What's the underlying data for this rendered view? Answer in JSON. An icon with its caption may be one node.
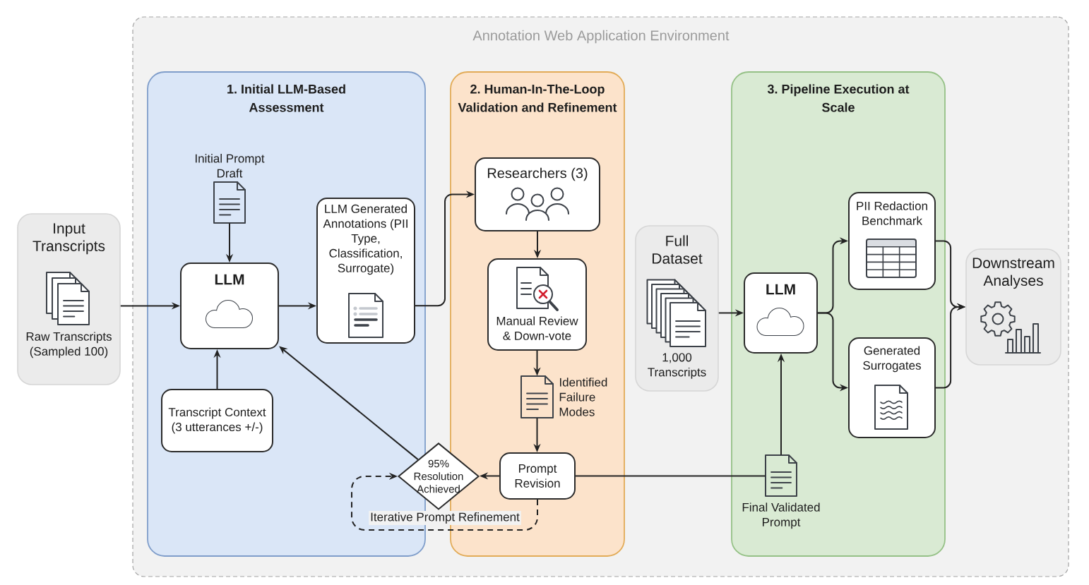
{
  "diagram": {
    "nodes": [
      {
        "text": [
          "Annotation Web Application Environment"
        ]
      },
      {
        "text": [
          "Input Transcripts",
          "Raw Transcripts (Sampled 100)"
        ]
      },
      {
        "text": [
          "1. Initial LLM-Based Assessment"
        ],
        "in": 0
      },
      {
        "text": [
          "Initial Prompt Draft"
        ],
        "in": 2
      },
      {
        "text": [
          "LLM"
        ],
        "in": 2
      },
      {
        "text": [
          "LLM Generated Annotations (PII Type, Classification, Surrogate)"
        ],
        "in": 2
      },
      {
        "text": [
          "Transcript Context (3 utterances +/-)"
        ],
        "in": 2
      },
      {
        "text": [
          "2. Human-In-The-Loop Validation and Refinement"
        ],
        "in": 0
      },
      {
        "text": [
          "Researchers (3)"
        ],
        "in": 7
      },
      {
        "text": [
          "Manual Review & Down-vote"
        ],
        "in": 7
      },
      {
        "text": [
          "Identified Failure Modes"
        ],
        "in": 7
      },
      {
        "text": [
          "Prompt Revision"
        ],
        "in": 7
      },
      {
        "text": [
          "95% Resolution Achieved"
        ],
        "in": 0
      },
      {
        "text": [
          "3. Pipeline Execution at Scale"
        ],
        "in": 0
      },
      {
        "text": [
          "Full Dataset",
          "1,000 Transcripts"
        ],
        "in": 0
      },
      {
        "text": [
          "LLM"
        ],
        "in": 13
      },
      {
        "text": [
          "PII Redaction Benchmark"
        ],
        "in": 13
      },
      {
        "text": [
          "Generated Surrogates"
        ],
        "in": 13
      },
      {
        "text": [
          "Final Validated Prompt"
        ],
        "in": 13
      },
      {
        "text": [
          "Downstream Analyses"
        ],
        "in": 0
      }
    ],
    "edges": [
      {
        "from": 1,
        "to": 4,
        "arrow": "to"
      },
      {
        "from": 3,
        "to": 4,
        "arrow": "to"
      },
      {
        "from": 6,
        "to": 4,
        "arrow": "to"
      },
      {
        "from": 4,
        "to": 5,
        "arrow": "to"
      },
      {
        "from": 5,
        "to": 8,
        "arrow": "to"
      },
      {
        "from": 8,
        "to": 9,
        "arrow": "to"
      },
      {
        "from": 9,
        "to": 10,
        "arrow": "to"
      },
      {
        "from": 10,
        "to": 11,
        "arrow": "to"
      },
      {
        "from": 11,
        "to": 12,
        "arrow": "to"
      },
      {
        "from": 12,
        "to": 4,
        "arrow": "to"
      },
      {
        "from": 11,
        "to": 12,
        "arrow": "to",
        "label": "Iterative Prompt Refinement",
        "style": "dashed"
      },
      {
        "from": 11,
        "to": 18,
        "arrow": "none"
      },
      {
        "from": 18,
        "to": 15,
        "arrow": "to"
      },
      {
        "from": 14,
        "to": 15,
        "arrow": "to"
      },
      {
        "from": 15,
        "to": 16,
        "arrow": "to"
      },
      {
        "from": 15,
        "to": 17,
        "arrow": "to"
      },
      {
        "from": 16,
        "to": 19,
        "arrow": "to"
      },
      {
        "from": 17,
        "to": 19,
        "arrow": "to"
      }
    ]
  }
}
